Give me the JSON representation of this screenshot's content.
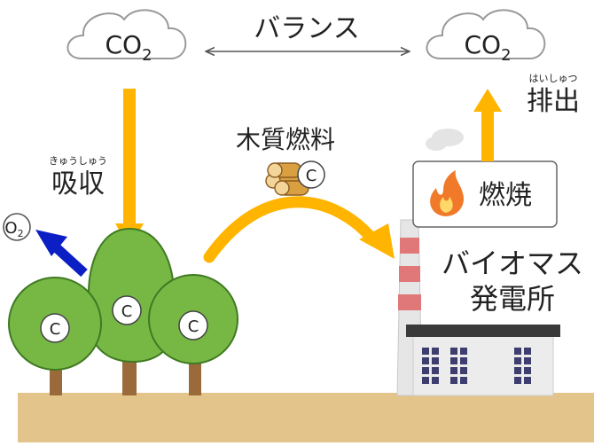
{
  "co2_left": {
    "main": "CO",
    "sub": "2"
  },
  "co2_right": {
    "main": "CO",
    "sub": "2"
  },
  "balance_label": "バランス",
  "absorb": {
    "label": "吸収",
    "ruby": "きゅうしゅう"
  },
  "emit": {
    "label": "排出",
    "ruby": "はいしゅつ"
  },
  "wood_fuel_label": "木質燃料",
  "carbon_symbol": "C",
  "oxygen": {
    "main": "O",
    "sub": "2"
  },
  "combustion_label": "燃焼",
  "power_plant": {
    "line1": "バイオマス",
    "line2": "発電所"
  },
  "colors": {
    "arrow_orange": "#ffb400",
    "arrow_blue": "#0b1fc4",
    "tree_green": "#77b845",
    "trunk_brown": "#9a6a3a",
    "ground": "#e3c48a",
    "chimney_red": "#e0787a",
    "roof_dark": "#3a3a3a",
    "window_navy": "#3e3e6e",
    "log_wood": "#d8a040",
    "flame": "#f07a2a"
  }
}
